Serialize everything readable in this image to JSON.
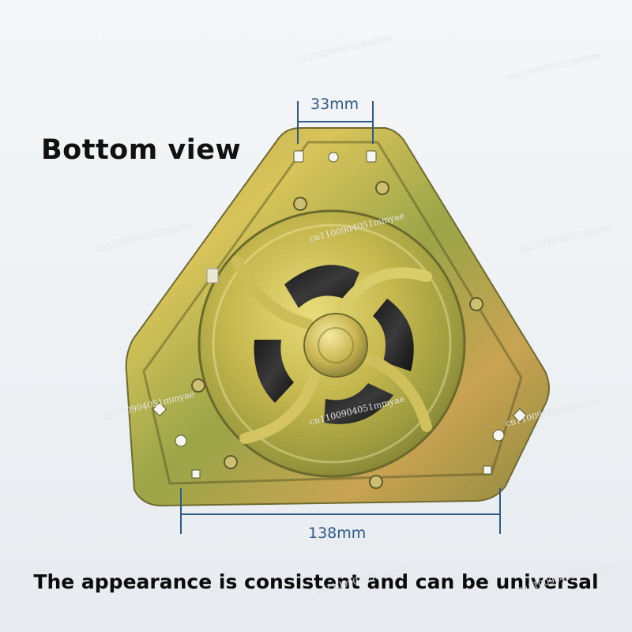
{
  "headline": "Bottom view",
  "caption": "The appearance is consistent and can be universal",
  "dimensions": {
    "top_label": "33mm",
    "bottom_label": "138mm"
  },
  "watermark": "cn1100904051mmyae",
  "colors": {
    "dimension_line": "#2f5a86",
    "metal_gold": "#c9b14a",
    "metal_green": "#8f9a3c",
    "background": "#eef1f4"
  }
}
